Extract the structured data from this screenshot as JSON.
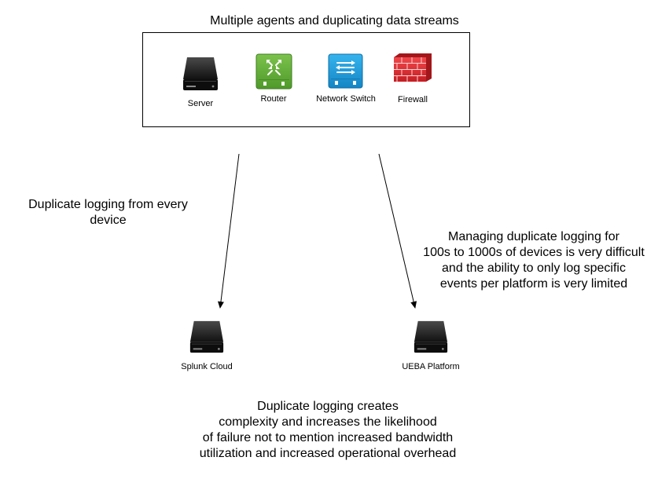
{
  "diagram": {
    "title": "Multiple agents and duplicating data streams",
    "devices": [
      {
        "label": "Server",
        "icon": "server-icon"
      },
      {
        "label": "Router",
        "icon": "router-icon"
      },
      {
        "label": "Network Switch",
        "icon": "network-switch-icon"
      },
      {
        "label": "Firewall",
        "icon": "firewall-icon"
      }
    ],
    "destinations": [
      {
        "label": "Splunk Cloud",
        "icon": "server-icon"
      },
      {
        "label": "UEBA Platform",
        "icon": "server-icon"
      }
    ],
    "notes": {
      "left": "Duplicate logging from every\ndevice",
      "right": "Managing duplicate logging for\n100s to 1000s of devices is very difficult\nand the ability to only log specific\nevents per platform is very limited",
      "bottom": "Duplicate logging creates\ncomplexity and increases the likelihood\nof failure not to mention increased bandwidth\nutilization and increased operational overhead"
    },
    "colors": {
      "router": "#6db33f",
      "switch": "#1ba1e2",
      "firewall": "#e0282e",
      "server": "#1a1a1a"
    }
  }
}
